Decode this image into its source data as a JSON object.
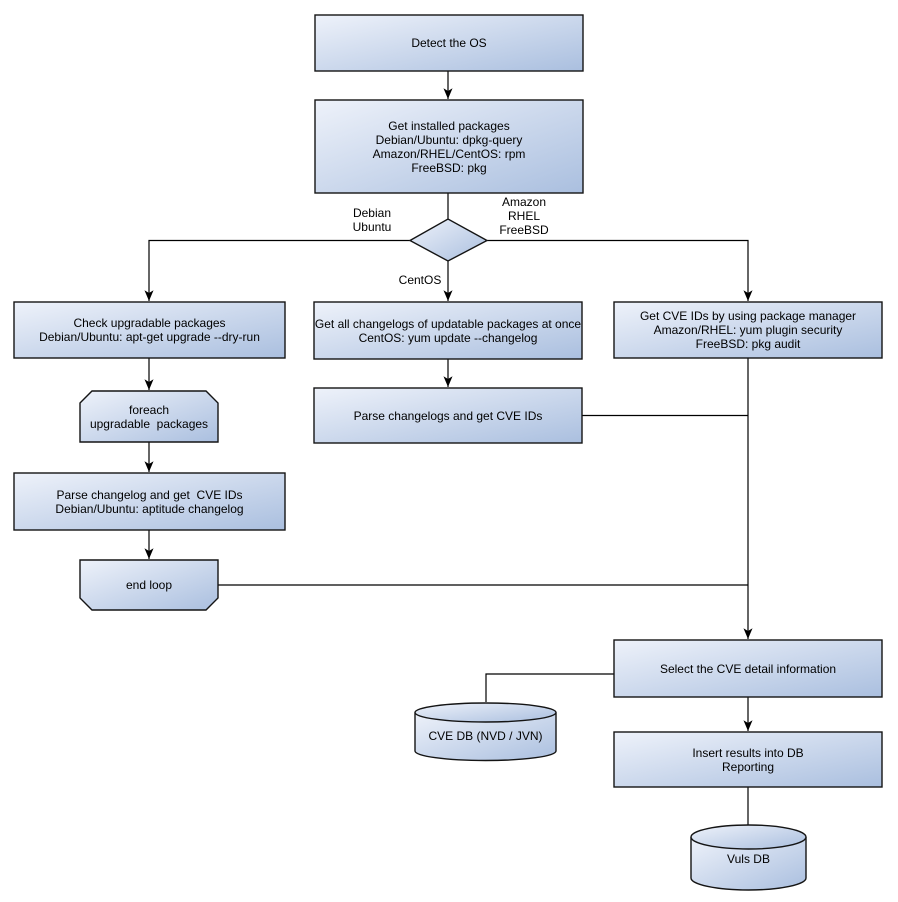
{
  "nodes": {
    "detect_os": {
      "label": "Detect the OS"
    },
    "get_installed": {
      "label": "Get installed packages\nDebian/Ubuntu: dpkg-query\nAmazon/RHEL/CentOS: rpm\nFreeBSD: pkg"
    },
    "check_upgradable": {
      "label": "Check upgradable packages\nDebian/Ubuntu: apt-get upgrade --dry-run"
    },
    "foreach_loop": {
      "label": "foreach\nupgradable  packages"
    },
    "parse_changelog": {
      "label": "Parse changelog and get  CVE IDs\nDebian/Ubuntu: aptitude changelog"
    },
    "end_loop": {
      "label": "end loop"
    },
    "get_changelogs": {
      "label": "Get all changelogs of updatable packages at once\nCentOS: yum update --changelog"
    },
    "parse_changelogs": {
      "label": "Parse changelogs and get CVE IDs"
    },
    "get_cve_ids": {
      "label": "Get CVE IDs by using package manager\nAmazon/RHEL: yum plugin security\nFreeBSD: pkg audit"
    },
    "select_cve": {
      "label": "Select the CVE detail information"
    },
    "cve_db": {
      "label": "CVE DB (NVD / JVN)"
    },
    "insert_db": {
      "label": "Insert results into DB\nReporting"
    },
    "vuls_db": {
      "label": "Vuls DB"
    }
  },
  "branch_labels": {
    "debian": "Debian\nUbuntu",
    "amazon": "Amazon\nRHEL\nFreeBSD",
    "centos": "CentOS"
  },
  "colors": {
    "node_fill_light": "#eef2fa",
    "node_fill_dark": "#aabfdf",
    "node_border": "#141414",
    "connector": "#000000",
    "text": "#000000",
    "background": "#ffffff"
  }
}
